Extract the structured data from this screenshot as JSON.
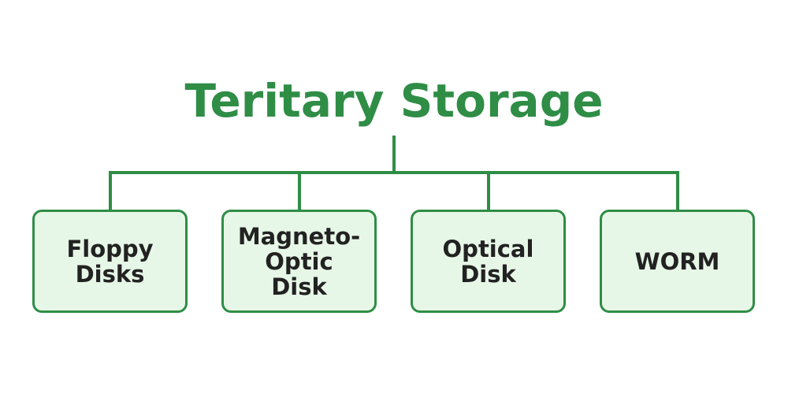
{
  "diagram": {
    "title": "Teritary Storage",
    "colors": {
      "accent": "#2f8d46",
      "node_fill": "#e7f7e7",
      "node_text": "#222222"
    },
    "nodes": [
      {
        "label": "Floppy\nDisks"
      },
      {
        "label": "Magneto-\nOptic\nDisk"
      },
      {
        "label": "Optical\nDisk"
      },
      {
        "label": "WORM"
      }
    ]
  }
}
